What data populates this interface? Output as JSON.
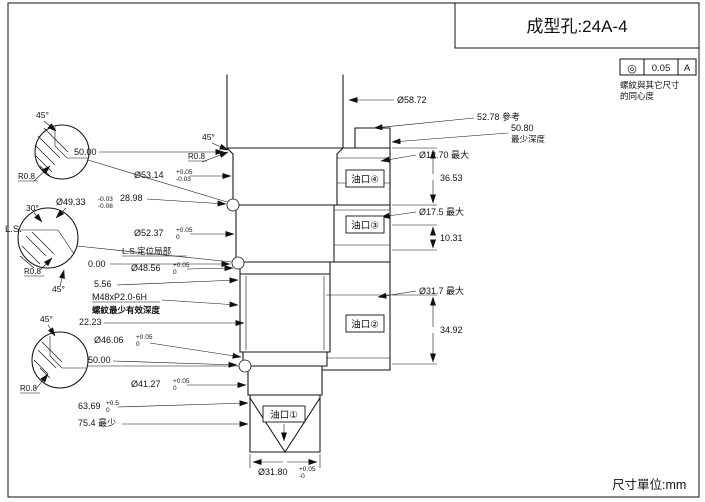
{
  "colors": {
    "ink": "#111111",
    "background": "#ffffff"
  },
  "title_block": {
    "title": "成型孔:24A-4"
  },
  "gdt": {
    "symbol": "◎",
    "value": "0.05",
    "datum": "A",
    "note1": "螺紋與其它尺寸",
    "note2": "的同心度"
  },
  "footer": {
    "units": "尺寸單位:mm"
  },
  "ports": {
    "p1": "油口①",
    "p2": "油口②",
    "p3": "油口③",
    "p4": "油口④"
  },
  "dims": {
    "dia58": "Ø58.72",
    "ref5278": "52.78 參考",
    "d5080": "50.80",
    "mindepth": "最少深度",
    "dia1270": "Ø12.70 最大",
    "v3653": "36.53",
    "dia175": "Ø17.5 最大",
    "v1031": "10.31",
    "dia317": "Ø31.7 最大",
    "v3492": "34.92",
    "dia3180": "Ø31.80",
    "dia3180_sup": "+0.05",
    "dia3180_sub": "-0",
    "ang45": "45°",
    "r08": "R0.8",
    "ang30": "30°",
    "ls": "L.S.",
    "v5000": "50.00",
    "dia5314": "Ø53.14",
    "dia5314_sup": "+0.05",
    "dia5314_sub": "-0.03",
    "v2898": "28.98",
    "dia4933": "Ø49.33",
    "dia4933_sup": "-0.03",
    "dia4933_sub": "-0.08",
    "dia5237": "Ø52.37",
    "dia5237_sup": "+0.05",
    "dia5237_sub": "0",
    "v000": "0.00",
    "ls_note": "L.S.定位局部",
    "dia4856": "Ø48.56",
    "dia4856_sup": "+0.05",
    "dia4856_sub": "0",
    "v556": "5.56",
    "thread": "M48xP2.0-6H",
    "thread_note": "螺紋最少有效深度",
    "v2223": "22.23",
    "dia4606": "Ø46.06",
    "dia4606_sup": "+0.05",
    "dia4606_sub": "0",
    "dia4127": "Ø41.27",
    "dia4127_sup": "+0.05",
    "dia4127_sub": "0",
    "v6369": "63.69",
    "v6369_sup": "+0.5",
    "v6369_sub": "0",
    "v754": "75.4 最少"
  }
}
